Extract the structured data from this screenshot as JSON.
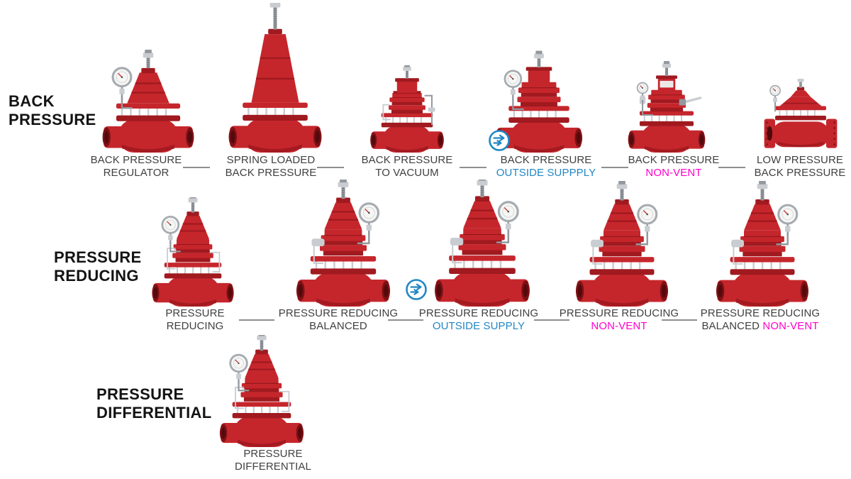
{
  "colors": {
    "valve_red": "#c5262c",
    "label_gray": "#414042",
    "header_black": "#131313",
    "accent_blue": "#2187c5",
    "accent_magenta": "#ff00cc",
    "separator_gray": "#8d8f92"
  },
  "icons": {
    "air_supply": "circled double right-arrows (outside air supply marker)"
  },
  "sections": [
    {
      "header": "BACK\nPRESSURE",
      "items": [
        {
          "name": "back-pressure-regulator",
          "variant": "cone-gauge-left",
          "line1": "BACK PRESSURE",
          "line2a": "REGULATOR",
          "line2b": "",
          "line2b_color": ""
        },
        {
          "name": "spring-loaded-back-pressure",
          "variant": "tall-spring",
          "line1": "SPRING LOADED",
          "line2a": "BACK PRESSURE",
          "line2b": "",
          "line2b_color": ""
        },
        {
          "name": "back-pressure-to-vacuum",
          "variant": "stack-pipes",
          "line1": "BACK PRESSURE",
          "line2a": "TO VACUUM",
          "line2b": "",
          "line2b_color": ""
        },
        {
          "name": "back-pressure-outside-supply",
          "variant": "stack-gauge-left",
          "air_icon": true,
          "line1": "BACK PRESSURE",
          "line2a": "",
          "line2b": "OUTSIDE SUPPPLY",
          "line2b_color": "#2187c5"
        },
        {
          "name": "back-pressure-non-vent",
          "variant": "stack-small-gauge",
          "line1": "BACK PRESSURE",
          "line2a": "",
          "line2b": "NON-VENT",
          "line2b_color": "#ff00cc"
        },
        {
          "name": "low-pressure-back-pressure",
          "variant": "wide-dome",
          "line1": "LOW PRESSURE",
          "line2a": "BACK PRESSURE",
          "line2b": "",
          "line2b_color": ""
        }
      ]
    },
    {
      "header": "PRESSURE\nREDUCING",
      "items": [
        {
          "name": "pressure-reducing",
          "variant": "reducer-gauge-left",
          "line1": "PRESSURE",
          "line2a": "REDUCING",
          "line2b": "",
          "line2b_color": ""
        },
        {
          "name": "pressure-reducing-balanced",
          "variant": "reducer-gauge-right",
          "line1": "PRESSURE REDUCING",
          "line2a": "BALANCED",
          "line2b": "",
          "line2b_color": ""
        },
        {
          "name": "pressure-reducing-outside-supply",
          "variant": "reducer-gauge-right",
          "air_icon": true,
          "line1": "PRESSURE REDUCING",
          "line2a": "",
          "line2b": "OUTSIDE SUPPLY",
          "line2b_color": "#2187c5"
        },
        {
          "name": "pressure-reducing-non-vent",
          "variant": "reducer-gauge-right",
          "line1": "PRESSURE REDUCING",
          "line2a": "",
          "line2b": "NON-VENT",
          "line2b_color": "#ff00cc"
        },
        {
          "name": "pressure-reducing-balanced-non-vent",
          "variant": "reducer-gauge-right",
          "line1": "PRESSURE REDUCING",
          "line2a": "BALANCED ",
          "line2b": "NON-VENT",
          "line2b_color": "#ff00cc"
        }
      ]
    },
    {
      "header": "PRESSURE\nDIFFERENTIAL",
      "items": [
        {
          "name": "pressure-differential",
          "variant": "reducer-gauge-left",
          "line1": "PRESSURE",
          "line2a": "DIFFERENTIAL",
          "line2b": "",
          "line2b_color": ""
        }
      ]
    }
  ]
}
